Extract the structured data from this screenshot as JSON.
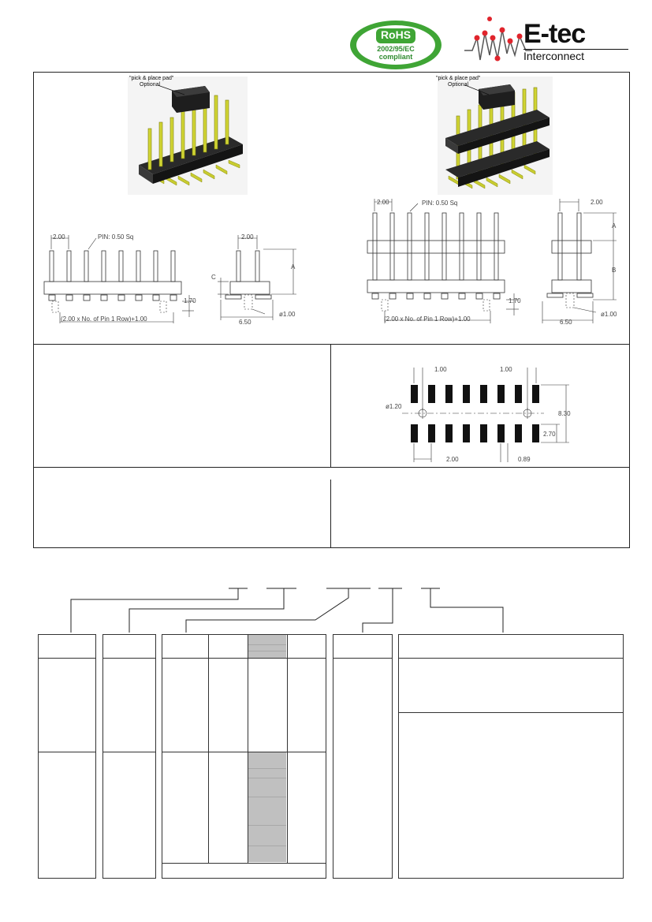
{
  "header": {
    "rohs": {
      "title": "RoHS",
      "directive": "2002/95/EC",
      "status": "compliant",
      "color": "#3fa535"
    },
    "logo": {
      "brand": "E-tec",
      "tagline": "Interconnect"
    }
  },
  "views": {
    "single": {
      "callout": "\"pick & place pad\"",
      "callout_sub": "Optional"
    },
    "double": {
      "callout": "\"pick & place pad\"",
      "callout_sub": "Optional"
    }
  },
  "dimensions": {
    "front_single": {
      "pitch": "2.00",
      "pin": "PIN: 0.50 Sq",
      "length_formula": "(2.00 x No. of Pin 1 Row)+1.00",
      "height": "1.70",
      "c": "C",
      "a": "A"
    },
    "side_single": {
      "pitch": "2.00",
      "width": "6.50",
      "dia": "ø1.00"
    },
    "front_double": {
      "pitch": "2.00",
      "pin": "PIN: 0.50 Sq",
      "length_formula": "(2.00 x No. of Pin 1 Row)+1.00",
      "height": "1.70"
    },
    "side_double": {
      "pitch": "2.00",
      "width": "6.50",
      "dia": "ø1.00",
      "a": "A",
      "b": "B"
    },
    "pcb_layout": {
      "left_offset": "1.00",
      "right_offset": "1.00",
      "hole": "ø1.20",
      "overall": "8.30",
      "pad_height": "2.70",
      "pitch": "2.00",
      "pad_width": "0.89"
    }
  },
  "pcb": {
    "pad_color": "#111111"
  },
  "ordering": {
    "shaded_color": "#c0c0c0"
  }
}
